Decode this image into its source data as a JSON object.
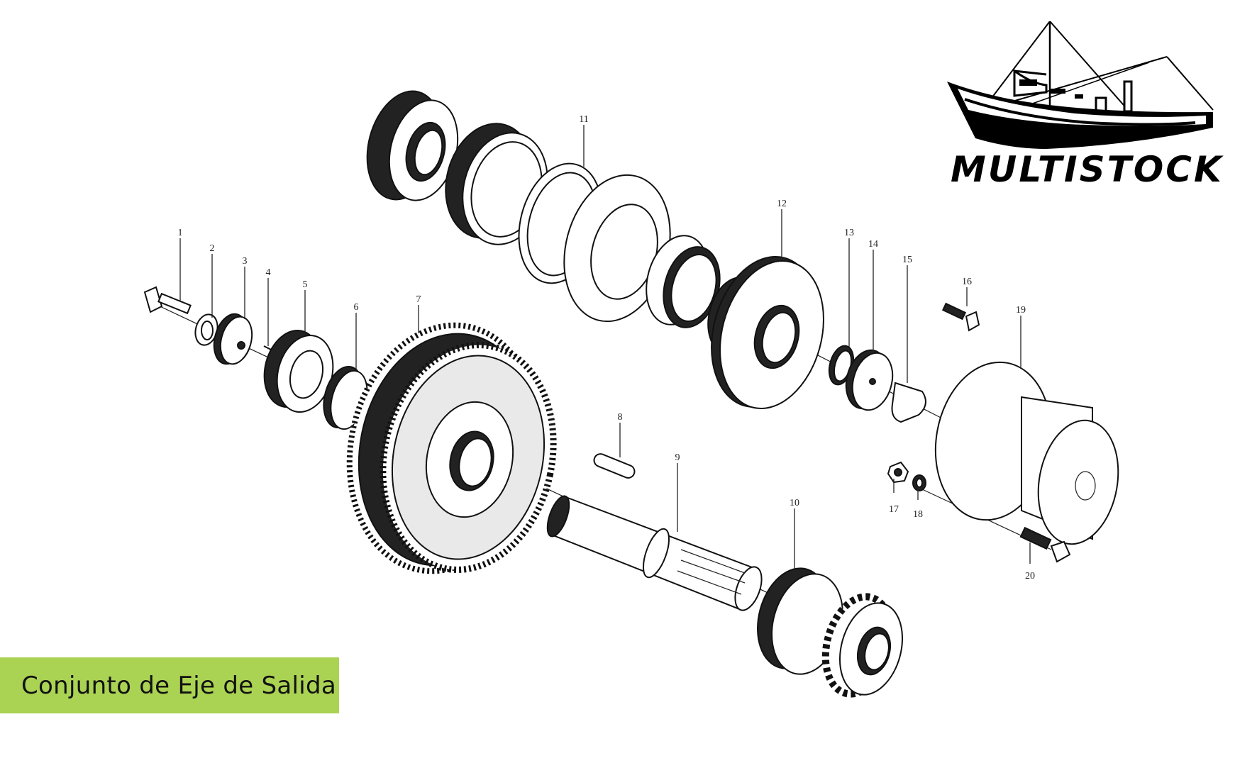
{
  "title": "Conjunto de Eje de Salida",
  "brand": {
    "name": "MULTISTOCK",
    "icon": "fishing-boat-icon"
  },
  "accent_color": "#abd353",
  "diagram": {
    "part_labels": [
      "1",
      "2",
      "3",
      "4",
      "5",
      "6",
      "7",
      "8",
      "9",
      "10",
      "11",
      "12",
      "13",
      "14",
      "15",
      "16",
      "17",
      "18",
      "19",
      "20"
    ]
  }
}
